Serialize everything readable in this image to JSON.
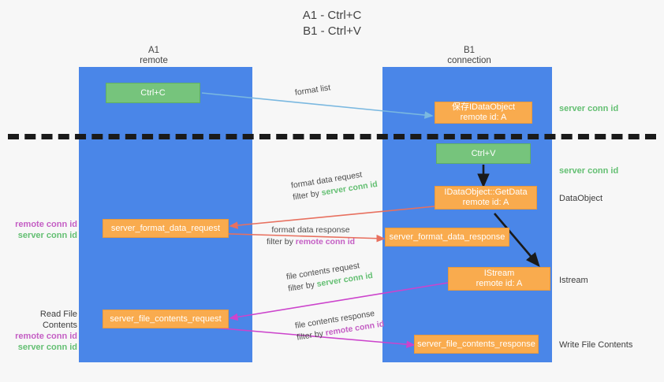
{
  "title": {
    "line1": "A1 - Ctrl+C",
    "line2": "B1 - Ctrl+V"
  },
  "lanes": [
    {
      "id": "a1",
      "name": "A1",
      "sub": "remote"
    },
    {
      "id": "b1",
      "name": "B1",
      "sub": "connection"
    }
  ],
  "colors": {
    "lane": "#4a86e8",
    "green_box": "#76c47c",
    "orange_box": "#f9ab4e",
    "server_conn": "#63bf72",
    "remote_conn": "#c45ec4",
    "arrow_blue": "#7ab8e0",
    "arrow_red": "#e8705f",
    "arrow_magenta": "#cc44cc",
    "arrow_black": "#1a1a1a",
    "divider": "#1a1a1a",
    "background": "#f7f7f7"
  },
  "nodes": {
    "ctrl_c": {
      "label": "Ctrl+C"
    },
    "ctrl_v": {
      "label": "Ctrl+V"
    },
    "idataobject": {
      "line1": "保存IDataObject",
      "line2": "remote id: A"
    },
    "getdata": {
      "line1": "IDataObject::GetData",
      "line2": "remote id: A"
    },
    "istream": {
      "line1": "IStream",
      "line2": "remote id: A"
    },
    "server_format_data_request": {
      "label": "server_format_data_request"
    },
    "server_format_data_response": {
      "label": "server_format_data_response"
    },
    "server_file_contents_request": {
      "label": "server_file_contents_request"
    },
    "server_file_contents_response": {
      "label": "server_file_contents_response"
    }
  },
  "right_labels": [
    {
      "id": "conn-top",
      "text": "server conn id",
      "kind": "server"
    },
    {
      "id": "conn-mid",
      "text": "server conn id",
      "kind": "server"
    },
    {
      "id": "dataobject",
      "text": "DataObject",
      "kind": "plain"
    },
    {
      "id": "istream",
      "text": "Istream",
      "kind": "plain"
    },
    {
      "id": "write-file",
      "text": "Write File Contents",
      "kind": "plain"
    }
  ],
  "left_labels": {
    "format_block": {
      "remote": "remote conn id",
      "server": "server conn id"
    },
    "file_block": {
      "title": "Read File Contents",
      "remote": "remote conn id",
      "server": "server conn id"
    }
  },
  "edges": [
    {
      "id": "format-list",
      "text": "format list"
    },
    {
      "id": "format-data-request",
      "line1": "format data request",
      "filter_prefix": "filter by ",
      "filter_value": "server conn id",
      "filter_kind": "server"
    },
    {
      "id": "format-data-response",
      "line1": "format data response",
      "filter_prefix": "filter by ",
      "filter_value": "remote conn id",
      "filter_kind": "remote"
    },
    {
      "id": "file-contents-request",
      "line1": "file contents request",
      "filter_prefix": "filter by ",
      "filter_value": "server conn id",
      "filter_kind": "server"
    },
    {
      "id": "file-contents-response",
      "line1": "file contents response",
      "filter_prefix": "filter by ",
      "filter_value": "remote conn id",
      "filter_kind": "remote"
    }
  ]
}
